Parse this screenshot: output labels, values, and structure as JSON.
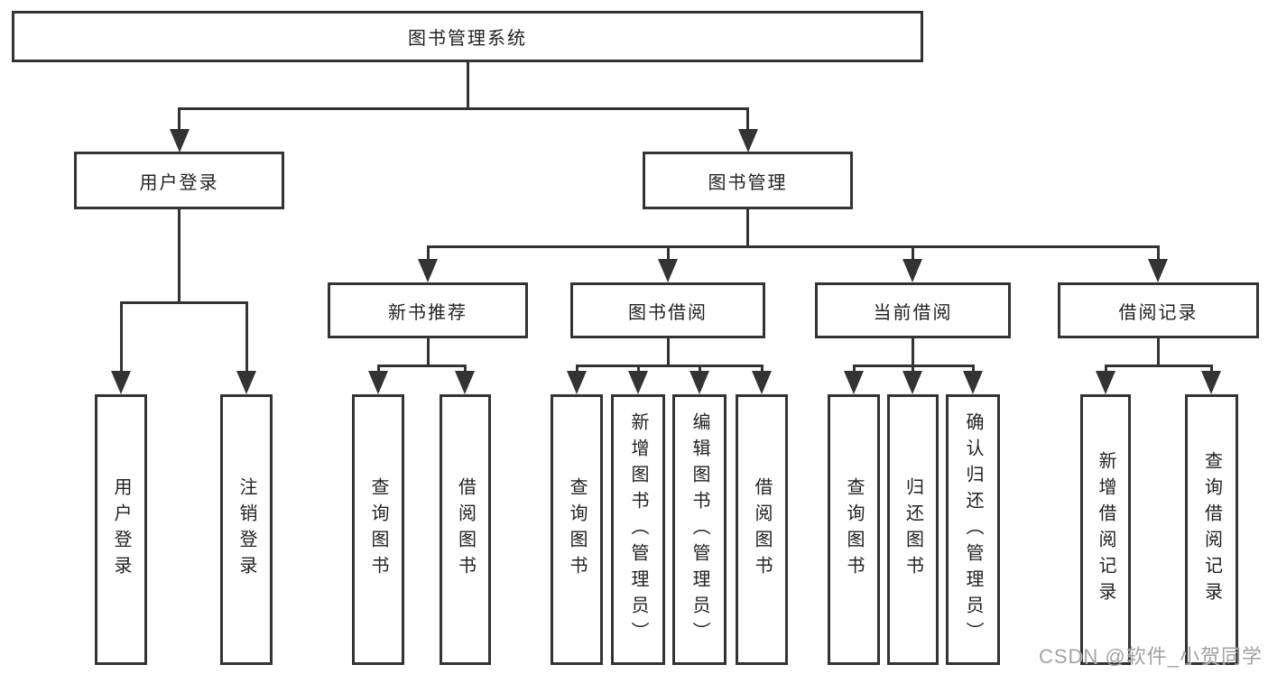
{
  "nodes": {
    "root": "图书管理系统",
    "level2": [
      "用户登录",
      "图书管理"
    ],
    "level3": [
      "新书推荐",
      "图书借阅",
      "当前借阅",
      "借阅记录"
    ],
    "leaves_login": [
      "用户登录",
      "注销登录"
    ],
    "leaves_newbook": [
      "查询图书",
      "借阅图书"
    ],
    "leaves_bookborrow": [
      "查询图书",
      "新增图书（管理员）",
      "编辑图书（管理员）",
      "借阅图书"
    ],
    "leaves_current": [
      "查询图书",
      "归还图书",
      "确认归还（管理员）"
    ],
    "leaves_records": [
      "新增借阅记录",
      "查询借阅记录"
    ]
  },
  "watermark": {
    "text": "CSDN @软件_小贺同学"
  },
  "colors": {
    "line": "#333333",
    "text": "#222222",
    "box_fill": "#ffffff",
    "background": "#ffffff",
    "watermark": "#9b9b9b"
  }
}
